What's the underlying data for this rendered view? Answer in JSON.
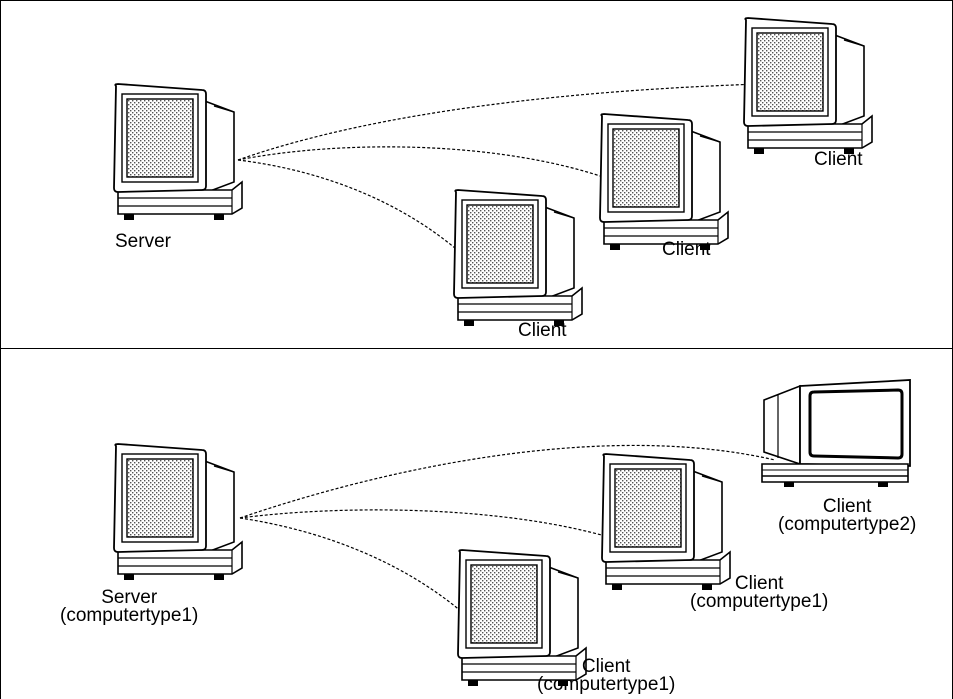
{
  "top_diagram": {
    "server_label": "Server",
    "clients": [
      {
        "name": "Client"
      },
      {
        "name": "Client"
      },
      {
        "name": "Client"
      }
    ]
  },
  "bottom_diagram": {
    "server_label": "Server",
    "server_type": "(computertype1)",
    "clients": [
      {
        "name": "Client",
        "type": "(computertype1)"
      },
      {
        "name": "Client",
        "type": "(computertype1)"
      },
      {
        "name": "Client",
        "type": "(computertype2)"
      }
    ]
  },
  "icons": {
    "crt_computer": "crt-computer-icon",
    "flat_computer": "flat-monitor-computer-icon"
  },
  "colors": {
    "line": "#000000",
    "screen_dots": "#000000",
    "background": "#ffffff"
  }
}
